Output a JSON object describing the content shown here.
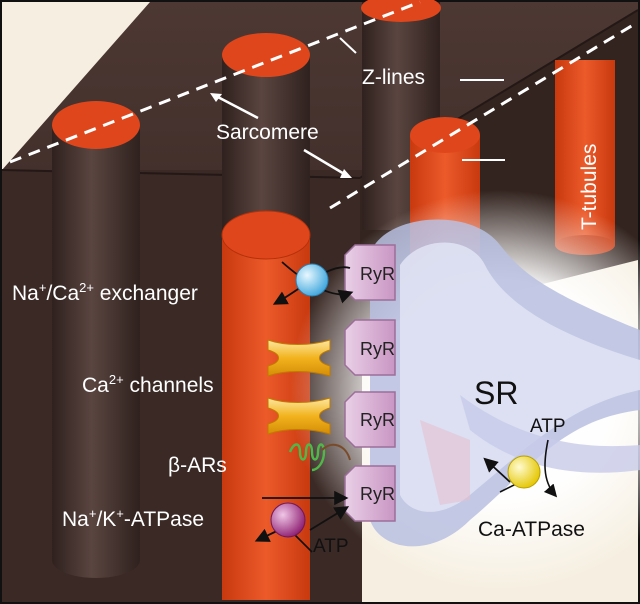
{
  "labels": {
    "z_lines": "Z-lines",
    "t_tubules": "T-tubules",
    "sarcomere": "Sarcomere",
    "exchanger_prefix": "Na",
    "exchanger_sup1": "+",
    "exchanger_mid": "/Ca",
    "exchanger_sup2": "2+",
    "exchanger_suffix": " exchanger",
    "channels_prefix": "Ca",
    "channels_sup": "2+",
    "channels_suffix": " channels",
    "beta_ars": "β-ARs",
    "pump_prefix": "Na",
    "pump_sup1": "+",
    "pump_mid": "/K",
    "pump_sup2": "+",
    "pump_suffix": "-ATPase",
    "atp_pump": "ATP",
    "sr": "SR",
    "atp_serca": "ATP",
    "ca_atpase": "Ca-ATPase"
  },
  "ryr_label": "RyR",
  "colors": {
    "muscle_dark": "#3b2a26",
    "t_tubule": "#e0461b",
    "sr_membrane": "#b9bfe0",
    "ryr": "#d9b2d6",
    "exchanger": "#8fd0f0",
    "channel": "#f2b31e",
    "beta_ar": "#4fb848",
    "pump": "#b0308e",
    "serca": "#f5e21a",
    "background_cream": "#f6efe1"
  }
}
